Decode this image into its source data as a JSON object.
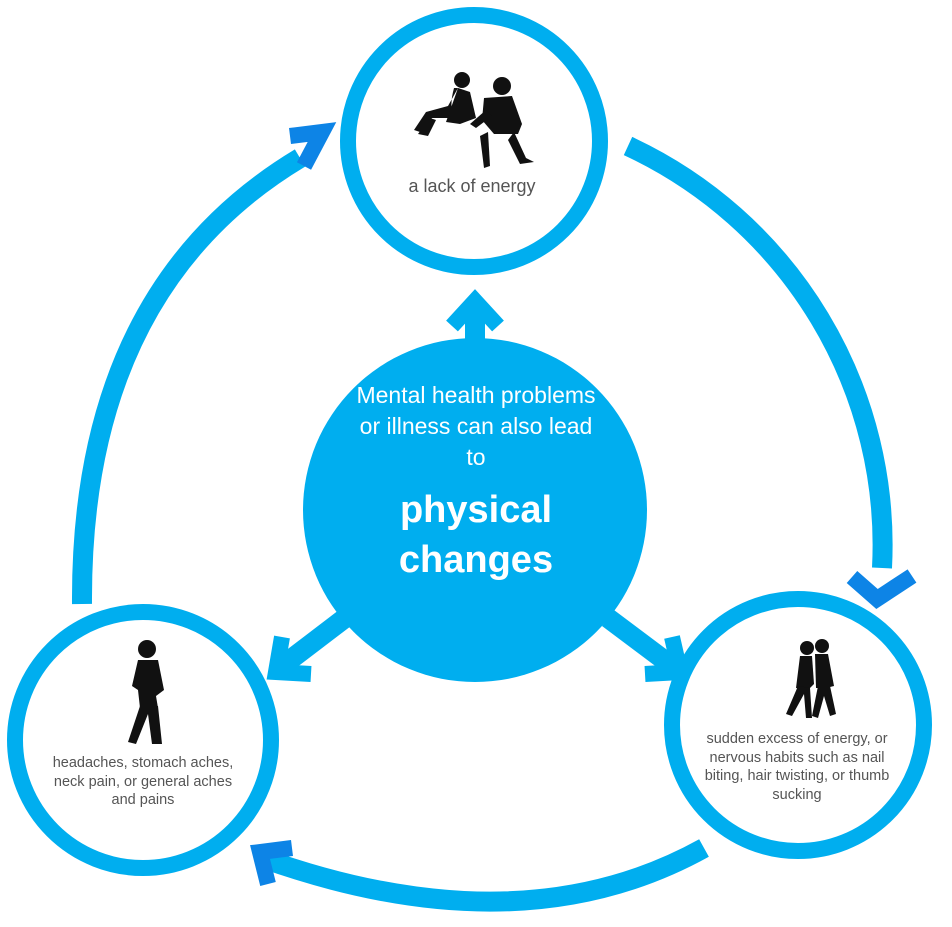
{
  "center": {
    "intro": "Mental health problems or illness can also lead to",
    "emphasis": "physical changes"
  },
  "nodes": {
    "top": {
      "label": "a lack of energy",
      "icon": "sitting-couple-silhouette-icon"
    },
    "left": {
      "label": "headaches, stomach aches, neck pain, or general aches and pains",
      "icon": "standing-man-silhouette-icon"
    },
    "right": {
      "label": "sudden excess of energy, or nervous habits such as nail biting, hair twisting, or thumb sucking",
      "icon": "walking-couple-silhouette-icon"
    }
  },
  "colors": {
    "ring": "#00aeef",
    "arrowhead": "#0d84e6",
    "center_fill": "#00aeef",
    "silhouette": "#111111",
    "label_text": "#555555",
    "center_text": "#ffffff"
  }
}
